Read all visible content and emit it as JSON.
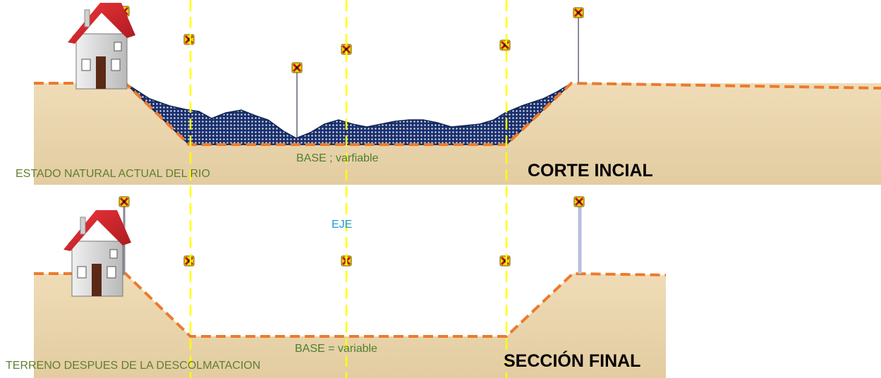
{
  "top_section": {
    "title": "CORTE INCIAL",
    "caption": "ESTADO NATURAL ACTUAL DEL RIO",
    "base_label": "BASE ; varfiable"
  },
  "bottom_section": {
    "title": "SECCIÓN FINAL",
    "caption": "TERRENO DESPUES DE LA DESCOLMATACION",
    "base_label": "BASE = variable"
  },
  "axis_label": "EJE",
  "colors": {
    "soil": "#e8d4ad",
    "profile_line": "#ec7a2e",
    "axis_line": "#ffff00",
    "sediment": "#142d6e",
    "roof": "#d9262c",
    "house_wall": "#dcdcdc"
  },
  "icons": [
    "house-icon",
    "survey-marker-icon"
  ]
}
